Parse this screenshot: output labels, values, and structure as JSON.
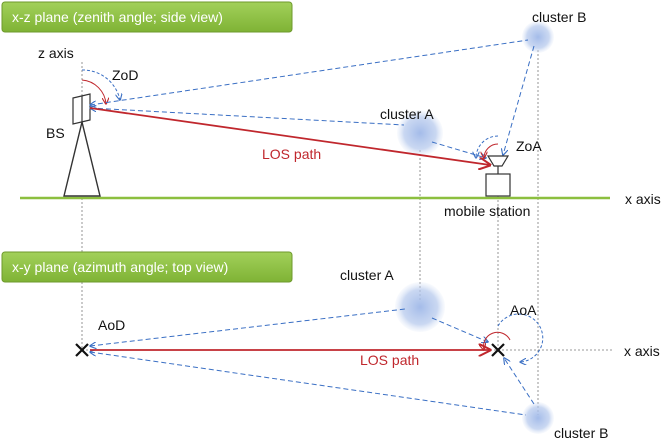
{
  "colors": {
    "banner": "#8cbf3f",
    "banner_edge": "#6e9a2c",
    "ground": "#8cbf3f",
    "los": "#c0272d",
    "multipath": "#3a6fc4",
    "cluster": "#b3c7ec",
    "guide": "#7a7a7a",
    "body": "#333333"
  },
  "icons": {
    "bs_tower": "triangle-tower",
    "bs_antenna": "panel-antenna",
    "ms_antenna": "dish-antenna",
    "ms_body": "box",
    "position_marker": "cross-mark",
    "cluster": "scattering-blob"
  },
  "side_view": {
    "title": "x-z plane (zenith angle; side view)",
    "z_axis": "z axis",
    "x_axis": "x axis",
    "bs": "BS",
    "zod": "ZoD",
    "zoa": "ZoA",
    "cluster_a": "cluster A",
    "cluster_b": "cluster B",
    "los_path": "LOS path",
    "mobile_station": "mobile station"
  },
  "top_view": {
    "title": "x-y plane (azimuth angle; top view)",
    "x_axis": "x axis",
    "aod": "AoD",
    "aoa": "AoA",
    "cluster_a": "cluster A",
    "cluster_b": "cluster B",
    "los_path": "LOS path"
  }
}
